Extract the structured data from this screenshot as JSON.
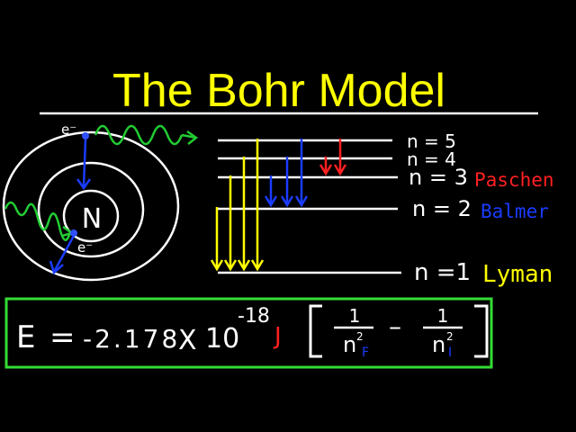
{
  "title": "The Bohr Model",
  "atom": {
    "nucleus_label": "N",
    "electron_top_label": "e⁻",
    "electron_bottom_label": "e⁻"
  },
  "energy_levels": [
    {
      "label": "n = 5"
    },
    {
      "label": "n = 4"
    },
    {
      "label": "n = 3",
      "series": "Paschen"
    },
    {
      "label": "n = 2",
      "series": "Balmer"
    },
    {
      "label": "n =1",
      "series": "Lyman"
    }
  ],
  "series_colors": {
    "Paschen": "#ff2020",
    "Balmer": "#1a3cff",
    "Lyman": "#ffff00"
  },
  "transitions": {
    "Lyman_from": [
      2,
      3,
      4,
      5
    ],
    "Balmer_from": [
      3,
      4,
      5
    ],
    "Paschen_from": [
      4,
      5
    ]
  },
  "equation": {
    "lhs": "E",
    "equals": "=",
    "coefficient": "-2.178",
    "times": "X",
    "base": "10",
    "exponent": "-18",
    "unit": "J",
    "numerator_1": "1",
    "denominator_1": "n",
    "denominator_1_sup": "2",
    "denominator_1_sub": "F",
    "minus": "–",
    "numerator_2": "1",
    "denominator_2": "n",
    "denominator_2_sup": "2",
    "denominator_2_sub": "I"
  },
  "colors": {
    "background": "#000000",
    "title": "#ffff00",
    "chalk": "#ffffff",
    "photon": "#22cc33",
    "electron": "#1a3cff",
    "box": "#33dd33",
    "unit": "#ff2020",
    "subscript": "#1a3cff"
  }
}
